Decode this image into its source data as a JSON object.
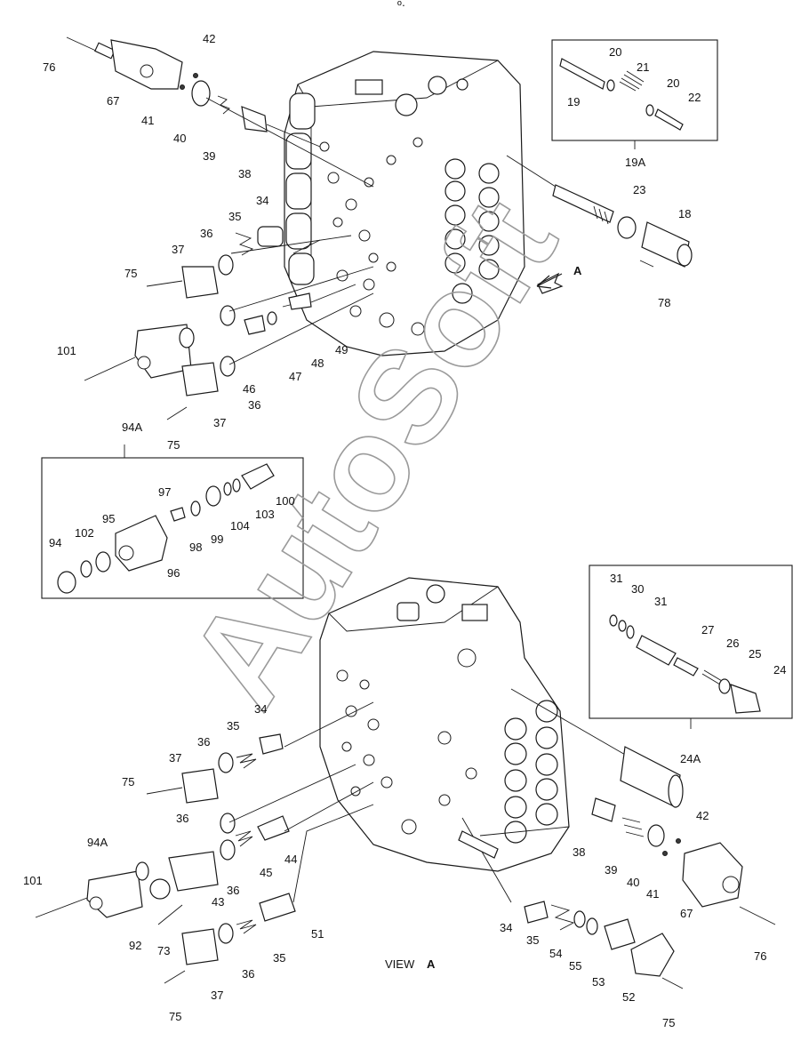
{
  "watermark": "AutoSoft",
  "header_mark": "º·",
  "view_label": "VIEW",
  "view_letter": "A",
  "arrow_label": "A",
  "labels": [
    {
      "id": "l76a",
      "text": "76"
    },
    {
      "id": "l42a",
      "text": "42"
    },
    {
      "id": "l67a",
      "text": "67"
    },
    {
      "id": "l41a",
      "text": "41"
    },
    {
      "id": "l40a",
      "text": "40"
    },
    {
      "id": "l39a",
      "text": "39"
    },
    {
      "id": "l38a",
      "text": "38"
    },
    {
      "id": "l34a",
      "text": "34"
    },
    {
      "id": "l35a",
      "text": "35"
    },
    {
      "id": "l36a",
      "text": "36"
    },
    {
      "id": "l37a",
      "text": "37"
    },
    {
      "id": "l75a",
      "text": "75"
    },
    {
      "id": "l101a",
      "text": "101"
    },
    {
      "id": "l94Aa",
      "text": "94A"
    },
    {
      "id": "l37b",
      "text": "37"
    },
    {
      "id": "l75b",
      "text": "75"
    },
    {
      "id": "l36b",
      "text": "36"
    },
    {
      "id": "l46",
      "text": "46"
    },
    {
      "id": "l47",
      "text": "47"
    },
    {
      "id": "l48",
      "text": "48"
    },
    {
      "id": "l49",
      "text": "49"
    },
    {
      "id": "l20a",
      "text": "20"
    },
    {
      "id": "l21",
      "text": "21"
    },
    {
      "id": "l20b",
      "text": "20"
    },
    {
      "id": "l19",
      "text": "19"
    },
    {
      "id": "l22",
      "text": "22"
    },
    {
      "id": "l19A",
      "text": "19A"
    },
    {
      "id": "l23",
      "text": "23"
    },
    {
      "id": "l18",
      "text": "18"
    },
    {
      "id": "l78",
      "text": "78"
    },
    {
      "id": "l97",
      "text": "97"
    },
    {
      "id": "l100",
      "text": "100"
    },
    {
      "id": "l95",
      "text": "95"
    },
    {
      "id": "l103",
      "text": "103"
    },
    {
      "id": "l102",
      "text": "102"
    },
    {
      "id": "l104",
      "text": "104"
    },
    {
      "id": "l98",
      "text": "98"
    },
    {
      "id": "l99",
      "text": "99"
    },
    {
      "id": "l94",
      "text": "94"
    },
    {
      "id": "l96",
      "text": "96"
    },
    {
      "id": "l31a",
      "text": "31"
    },
    {
      "id": "l30",
      "text": "30"
    },
    {
      "id": "l31b",
      "text": "31"
    },
    {
      "id": "l27",
      "text": "27"
    },
    {
      "id": "l26",
      "text": "26"
    },
    {
      "id": "l25",
      "text": "25"
    },
    {
      "id": "l24",
      "text": "24"
    },
    {
      "id": "l24A",
      "text": "24A"
    },
    {
      "id": "l34b",
      "text": "34"
    },
    {
      "id": "l35b",
      "text": "35"
    },
    {
      "id": "l36c",
      "text": "36"
    },
    {
      "id": "l37c",
      "text": "37"
    },
    {
      "id": "l75c",
      "text": "75"
    },
    {
      "id": "l36d",
      "text": "36"
    },
    {
      "id": "l94Ab",
      "text": "94A"
    },
    {
      "id": "l101b",
      "text": "101"
    },
    {
      "id": "l45",
      "text": "45"
    },
    {
      "id": "l44",
      "text": "44"
    },
    {
      "id": "l36e",
      "text": "36"
    },
    {
      "id": "l43",
      "text": "43"
    },
    {
      "id": "l92",
      "text": "92"
    },
    {
      "id": "l73",
      "text": "73"
    },
    {
      "id": "l37d",
      "text": "37"
    },
    {
      "id": "l75d",
      "text": "75"
    },
    {
      "id": "l36f",
      "text": "36"
    },
    {
      "id": "l35c",
      "text": "35"
    },
    {
      "id": "l51",
      "text": "51"
    },
    {
      "id": "l38b",
      "text": "38"
    },
    {
      "id": "l39b",
      "text": "39"
    },
    {
      "id": "l40b",
      "text": "40"
    },
    {
      "id": "l41b",
      "text": "41"
    },
    {
      "id": "l42b",
      "text": "42"
    },
    {
      "id": "l67b",
      "text": "67"
    },
    {
      "id": "l76b",
      "text": "76"
    },
    {
      "id": "l34c",
      "text": "34"
    },
    {
      "id": "l35d",
      "text": "35"
    },
    {
      "id": "l54",
      "text": "54"
    },
    {
      "id": "l55",
      "text": "55"
    },
    {
      "id": "l53",
      "text": "53"
    },
    {
      "id": "l52",
      "text": "52"
    },
    {
      "id": "l75e",
      "text": "75"
    }
  ]
}
